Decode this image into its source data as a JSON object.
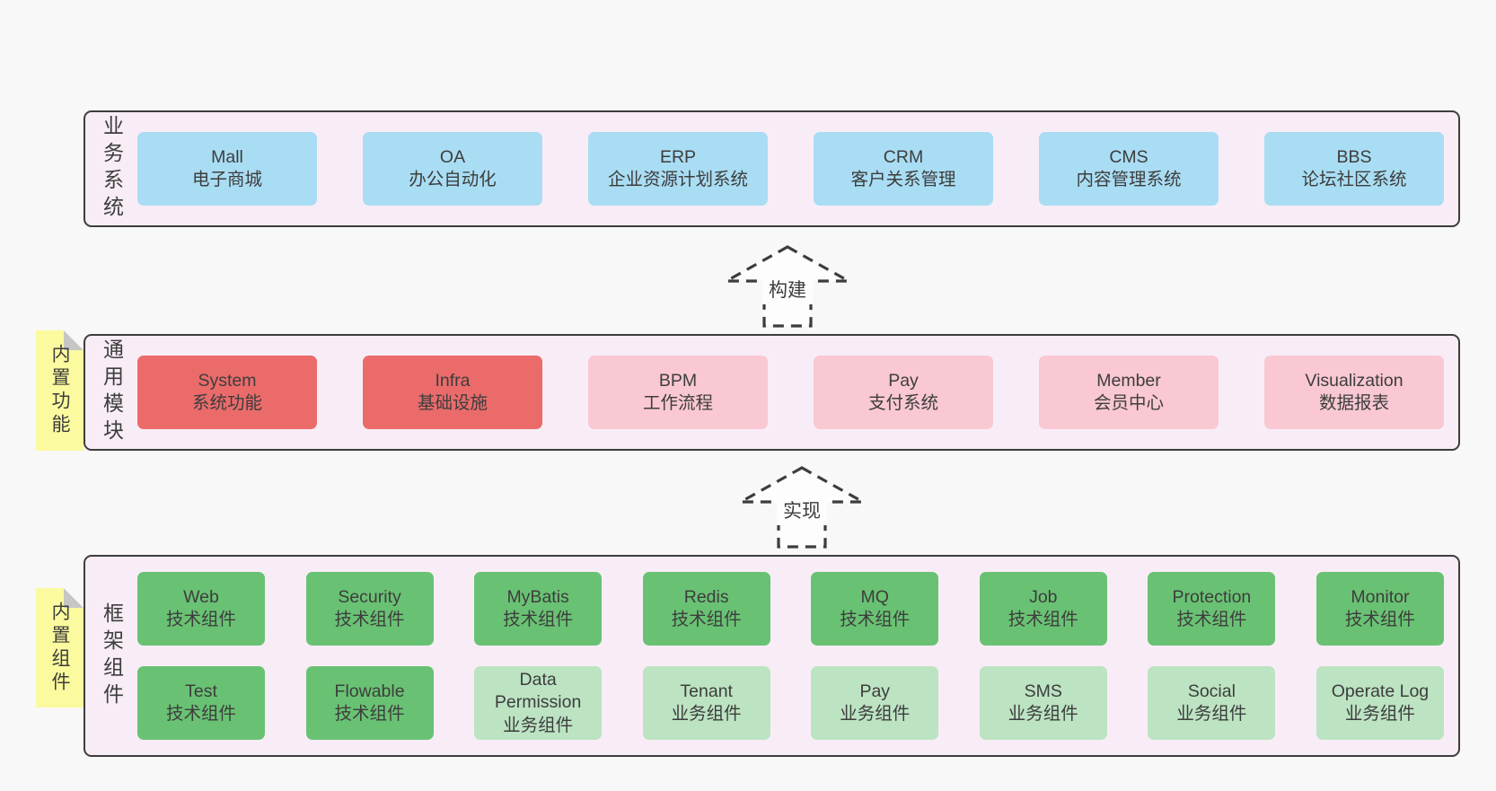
{
  "colors": {
    "canvas": "#f8f8f8",
    "panel_bg": "#f8edf6",
    "panel_border": "#3d3d3d",
    "blue": "#a9ddf3",
    "red": "#eb6b6b",
    "pink": "#f9c8d2",
    "green": "#69c273",
    "light_green": "#bce3c2",
    "sticky_yellow": "#fbfa9e",
    "fold_gray": "#c6c6c6",
    "text": "#3d3d3d"
  },
  "arrows": [
    {
      "label": "构建"
    },
    {
      "label": "实现"
    }
  ],
  "layers": [
    {
      "label": "业务系统",
      "boxes": [
        {
          "name": "Mall",
          "desc": "电子商城"
        },
        {
          "name": "OA",
          "desc": "办公自动化"
        },
        {
          "name": "ERP",
          "desc": "企业资源计划系统"
        },
        {
          "name": "CRM",
          "desc": "客户关系管理"
        },
        {
          "name": "CMS",
          "desc": "内容管理系统"
        },
        {
          "name": "BBS",
          "desc": "论坛社区系统"
        }
      ]
    },
    {
      "label": "通用模块",
      "sticky": "内置功能",
      "boxes": [
        {
          "name": "System",
          "desc": "系统功能"
        },
        {
          "name": "Infra",
          "desc": "基础设施"
        },
        {
          "name": "BPM",
          "desc": "工作流程"
        },
        {
          "name": "Pay",
          "desc": "支付系统"
        },
        {
          "name": "Member",
          "desc": "会员中心"
        },
        {
          "name": "Visualization",
          "desc": "数据报表"
        }
      ]
    },
    {
      "label": "框架组件",
      "sticky": "内置组件",
      "rows": [
        [
          {
            "name": "Web",
            "desc": "技术组件"
          },
          {
            "name": "Security",
            "desc": "技术组件"
          },
          {
            "name": "MyBatis",
            "desc": "技术组件"
          },
          {
            "name": "Redis",
            "desc": "技术组件"
          },
          {
            "name": "MQ",
            "desc": "技术组件"
          },
          {
            "name": "Job",
            "desc": "技术组件"
          },
          {
            "name": "Protection",
            "desc": "技术组件"
          },
          {
            "name": "Monitor",
            "desc": "技术组件"
          }
        ],
        [
          {
            "name": "Test",
            "desc": "技术组件"
          },
          {
            "name": "Flowable",
            "desc": "技术组件"
          },
          {
            "name": "Data Permission",
            "desc": "业务组件"
          },
          {
            "name": "Tenant",
            "desc": "业务组件"
          },
          {
            "name": "Pay",
            "desc": "业务组件"
          },
          {
            "name": "SMS",
            "desc": "业务组件"
          },
          {
            "name": "Social",
            "desc": "业务组件"
          },
          {
            "name": "Operate Log",
            "desc": "业务组件"
          }
        ]
      ]
    }
  ]
}
